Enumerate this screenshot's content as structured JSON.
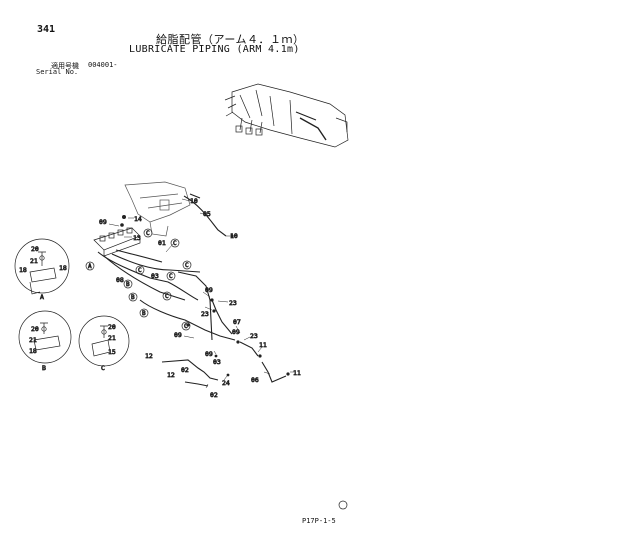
{
  "header": {
    "page_number": "341",
    "title_jp": "給脂配管（アーム４．１ｍ）",
    "title_en": "LUBRICATE PIPING (ARM 4.1m)",
    "serial_label_jp": "適用号機",
    "serial_value": "004001-",
    "serial_label_en": "Serial No."
  },
  "footer": {
    "page_code": "P17P-1-5",
    "symbol": "Ⓡ"
  },
  "diagram": {
    "part_labels": [
      "01",
      "02",
      "03",
      "05",
      "06",
      "07",
      "08",
      "09",
      "10",
      "11",
      "12",
      "13",
      "14",
      "15",
      "18",
      "20",
      "21",
      "23",
      "24"
    ],
    "callouts": {
      "p09_top": "09",
      "p14": "14",
      "p13": "13",
      "p10_top": "10",
      "p05": "05",
      "p10_mid": "10",
      "p01": "01",
      "p03": "03",
      "p08": "08",
      "p09_mid": "09",
      "p23_a": "23",
      "p03_b": "03",
      "p23_b": "23",
      "p07": "07",
      "p09_c": "09",
      "p23_c": "23",
      "p11_a": "11",
      "p09_d": "09",
      "p09_e": "09",
      "p12_a": "12",
      "p02_a": "02",
      "p12_b": "12",
      "p02_b": "02",
      "p24": "24",
      "p06": "06",
      "p11_b": "11",
      "dA_20": "20",
      "dA_21": "21",
      "dA_18l": "18",
      "dA_18r": "18",
      "dB_20": "20",
      "dB_21": "21",
      "dB_18": "18",
      "dC_20": "20",
      "dC_21": "21",
      "dC_15": "15"
    },
    "detail_refs": {
      "a": "A",
      "b": "B",
      "c": "C"
    },
    "circled_refs": [
      "A",
      "B",
      "C"
    ]
  }
}
